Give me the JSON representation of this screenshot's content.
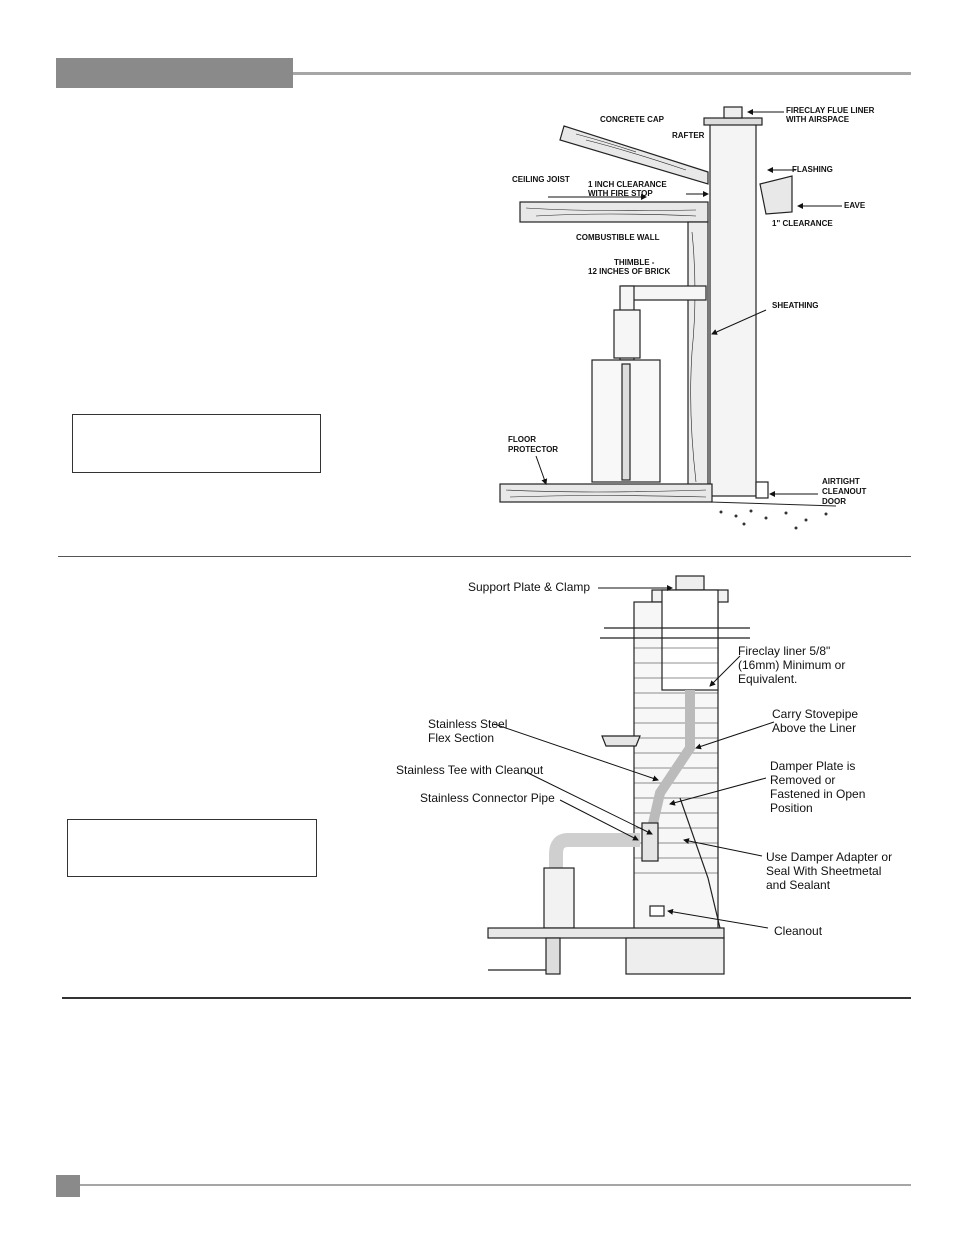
{
  "colors": {
    "header_block": "#8a8a8a",
    "rule": "#a6a6a6",
    "ink": "#1a1a1a"
  },
  "figure1": {
    "labels": {
      "fireclay_flue_liner": "FIRECLAY FLUE LINER",
      "with_airspace": "WITH AIRSPACE",
      "concrete_cap": "CONCRETE CAP",
      "rafter": "RAFTER",
      "flashing": "FLASHING",
      "ceiling_joist": "CEILING JOIST",
      "clearance_fire_stop_1": "1 INCH CLEARANCE",
      "clearance_fire_stop_2": "WITH FIRE STOP",
      "eave": "EAVE",
      "one_inch_clearance": "1\" CLEARANCE",
      "combustible_wall": "COMBUSTIBLE WALL",
      "thimble_1": "THIMBLE -",
      "thimble_2": "12 INCHES OF BRICK",
      "sheathing": "SHEATHING",
      "floor_protector_1": "FLOOR",
      "floor_protector_2": "PROTECTOR",
      "cleanout_1": "AIRTIGHT",
      "cleanout_2": "CLEANOUT",
      "cleanout_3": "DOOR"
    }
  },
  "figure2": {
    "labels": {
      "support_plate": "Support Plate & Clamp",
      "fireclay_liner_1": "Fireclay liner 5/8\"",
      "fireclay_liner_2": "(16mm) Minimum or",
      "fireclay_liner_3": "Equivalent.",
      "flex_1": "Stainless Steel",
      "flex_2": "Flex Section",
      "carry_1": "Carry Stovepipe",
      "carry_2": "Above the Liner",
      "tee": "Stainless Tee with Cleanout",
      "damper_1": "Damper Plate is",
      "damper_2": "Removed or",
      "damper_3": "Fastened in Open",
      "damper_4": "Position",
      "connector": "Stainless Connector Pipe",
      "adapter_1": "Use Damper Adapter or",
      "adapter_2": "Seal With Sheetmetal",
      "adapter_3": "and Sealant",
      "cleanout": "Cleanout"
    }
  }
}
